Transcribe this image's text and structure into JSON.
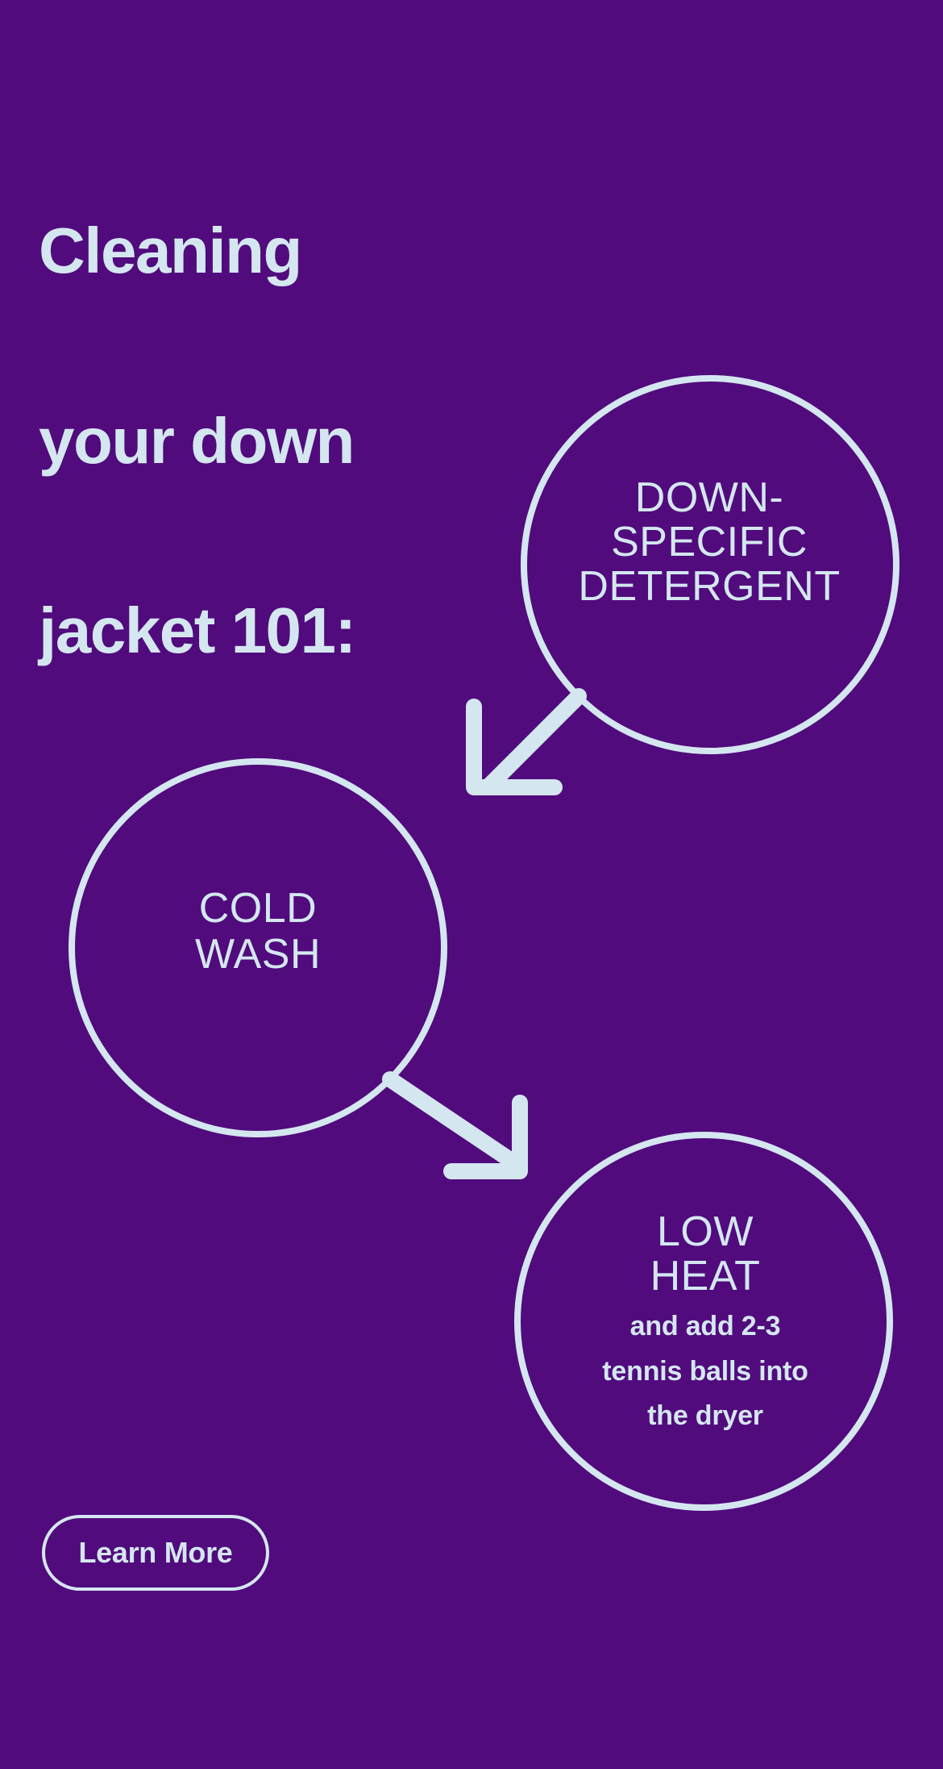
{
  "theme": {
    "background_color": "#510b7d",
    "accent_color": "#d4e7f0"
  },
  "headline": {
    "line1": "Cleaning",
    "line2": "your down",
    "line3": "jacket 101:"
  },
  "steps": [
    {
      "id": "detergent",
      "main_line1": "DOWN-",
      "main_line2": "SPECIFIC",
      "main_line3": "DETERGENT"
    },
    {
      "id": "cold-wash",
      "main_line1": "COLD",
      "main_line2": "WASH"
    },
    {
      "id": "low-heat",
      "main_line1": "LOW",
      "main_line2": "HEAT",
      "sub_line1": "and add 2-3",
      "sub_line2": "tennis balls into",
      "sub_line3": "the dryer"
    }
  ],
  "cta": {
    "label": "Learn More"
  }
}
